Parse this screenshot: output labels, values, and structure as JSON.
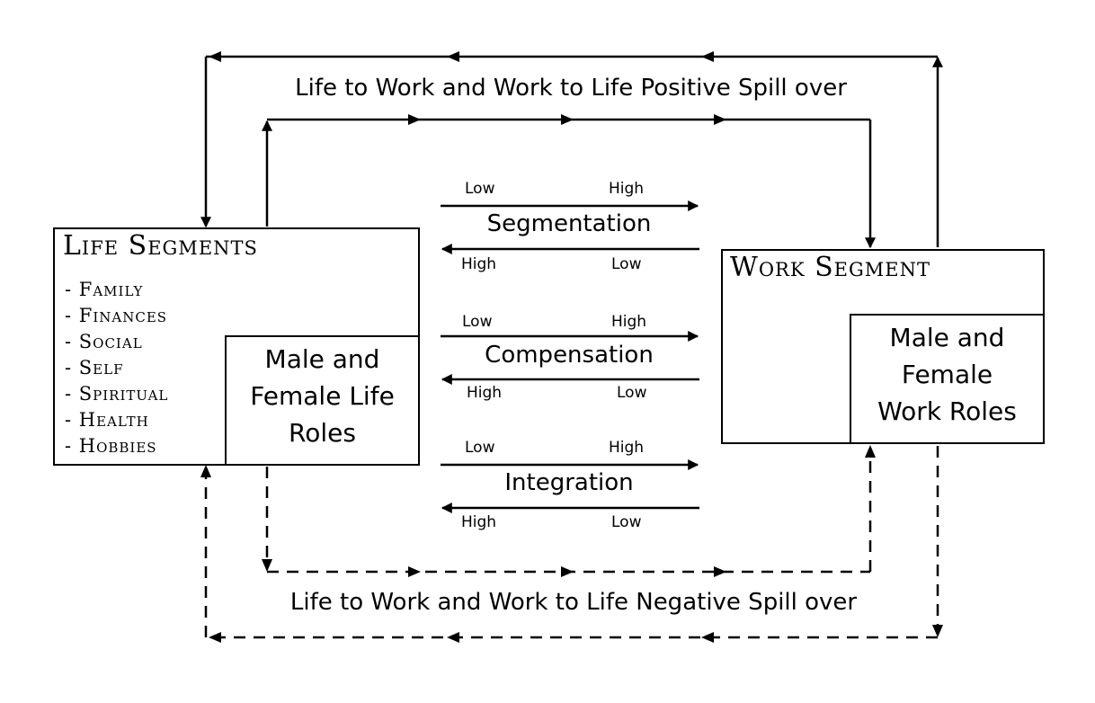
{
  "life_segments": {
    "title": "Life Segments",
    "items": [
      "- Family",
      "- Finances",
      "- Social",
      "- Self",
      "- Spiritual",
      "- Health",
      "- Hobbies"
    ]
  },
  "life_roles": {
    "lines": [
      "Male and",
      "Female Life",
      "Roles"
    ]
  },
  "work_segment": {
    "title": "Work Segment"
  },
  "work_roles": {
    "lines": [
      "Male and",
      "Female",
      "Work Roles"
    ]
  },
  "positive_spill": "Life to Work and Work to Life Positive Spill over",
  "negative_spill": "Life to Work and Work to Life Negative Spill over",
  "mechanisms": [
    {
      "name": "Segmentation",
      "top_left": "Low",
      "top_right": "High",
      "bottom_left": "High",
      "bottom_right": "Low"
    },
    {
      "name": "Compensation",
      "top_left": "Low",
      "top_right": "High",
      "bottom_left": "High",
      "bottom_right": "Low"
    },
    {
      "name": "Integration",
      "top_left": "Low",
      "top_right": "High",
      "bottom_left": "High",
      "bottom_right": "Low"
    }
  ]
}
